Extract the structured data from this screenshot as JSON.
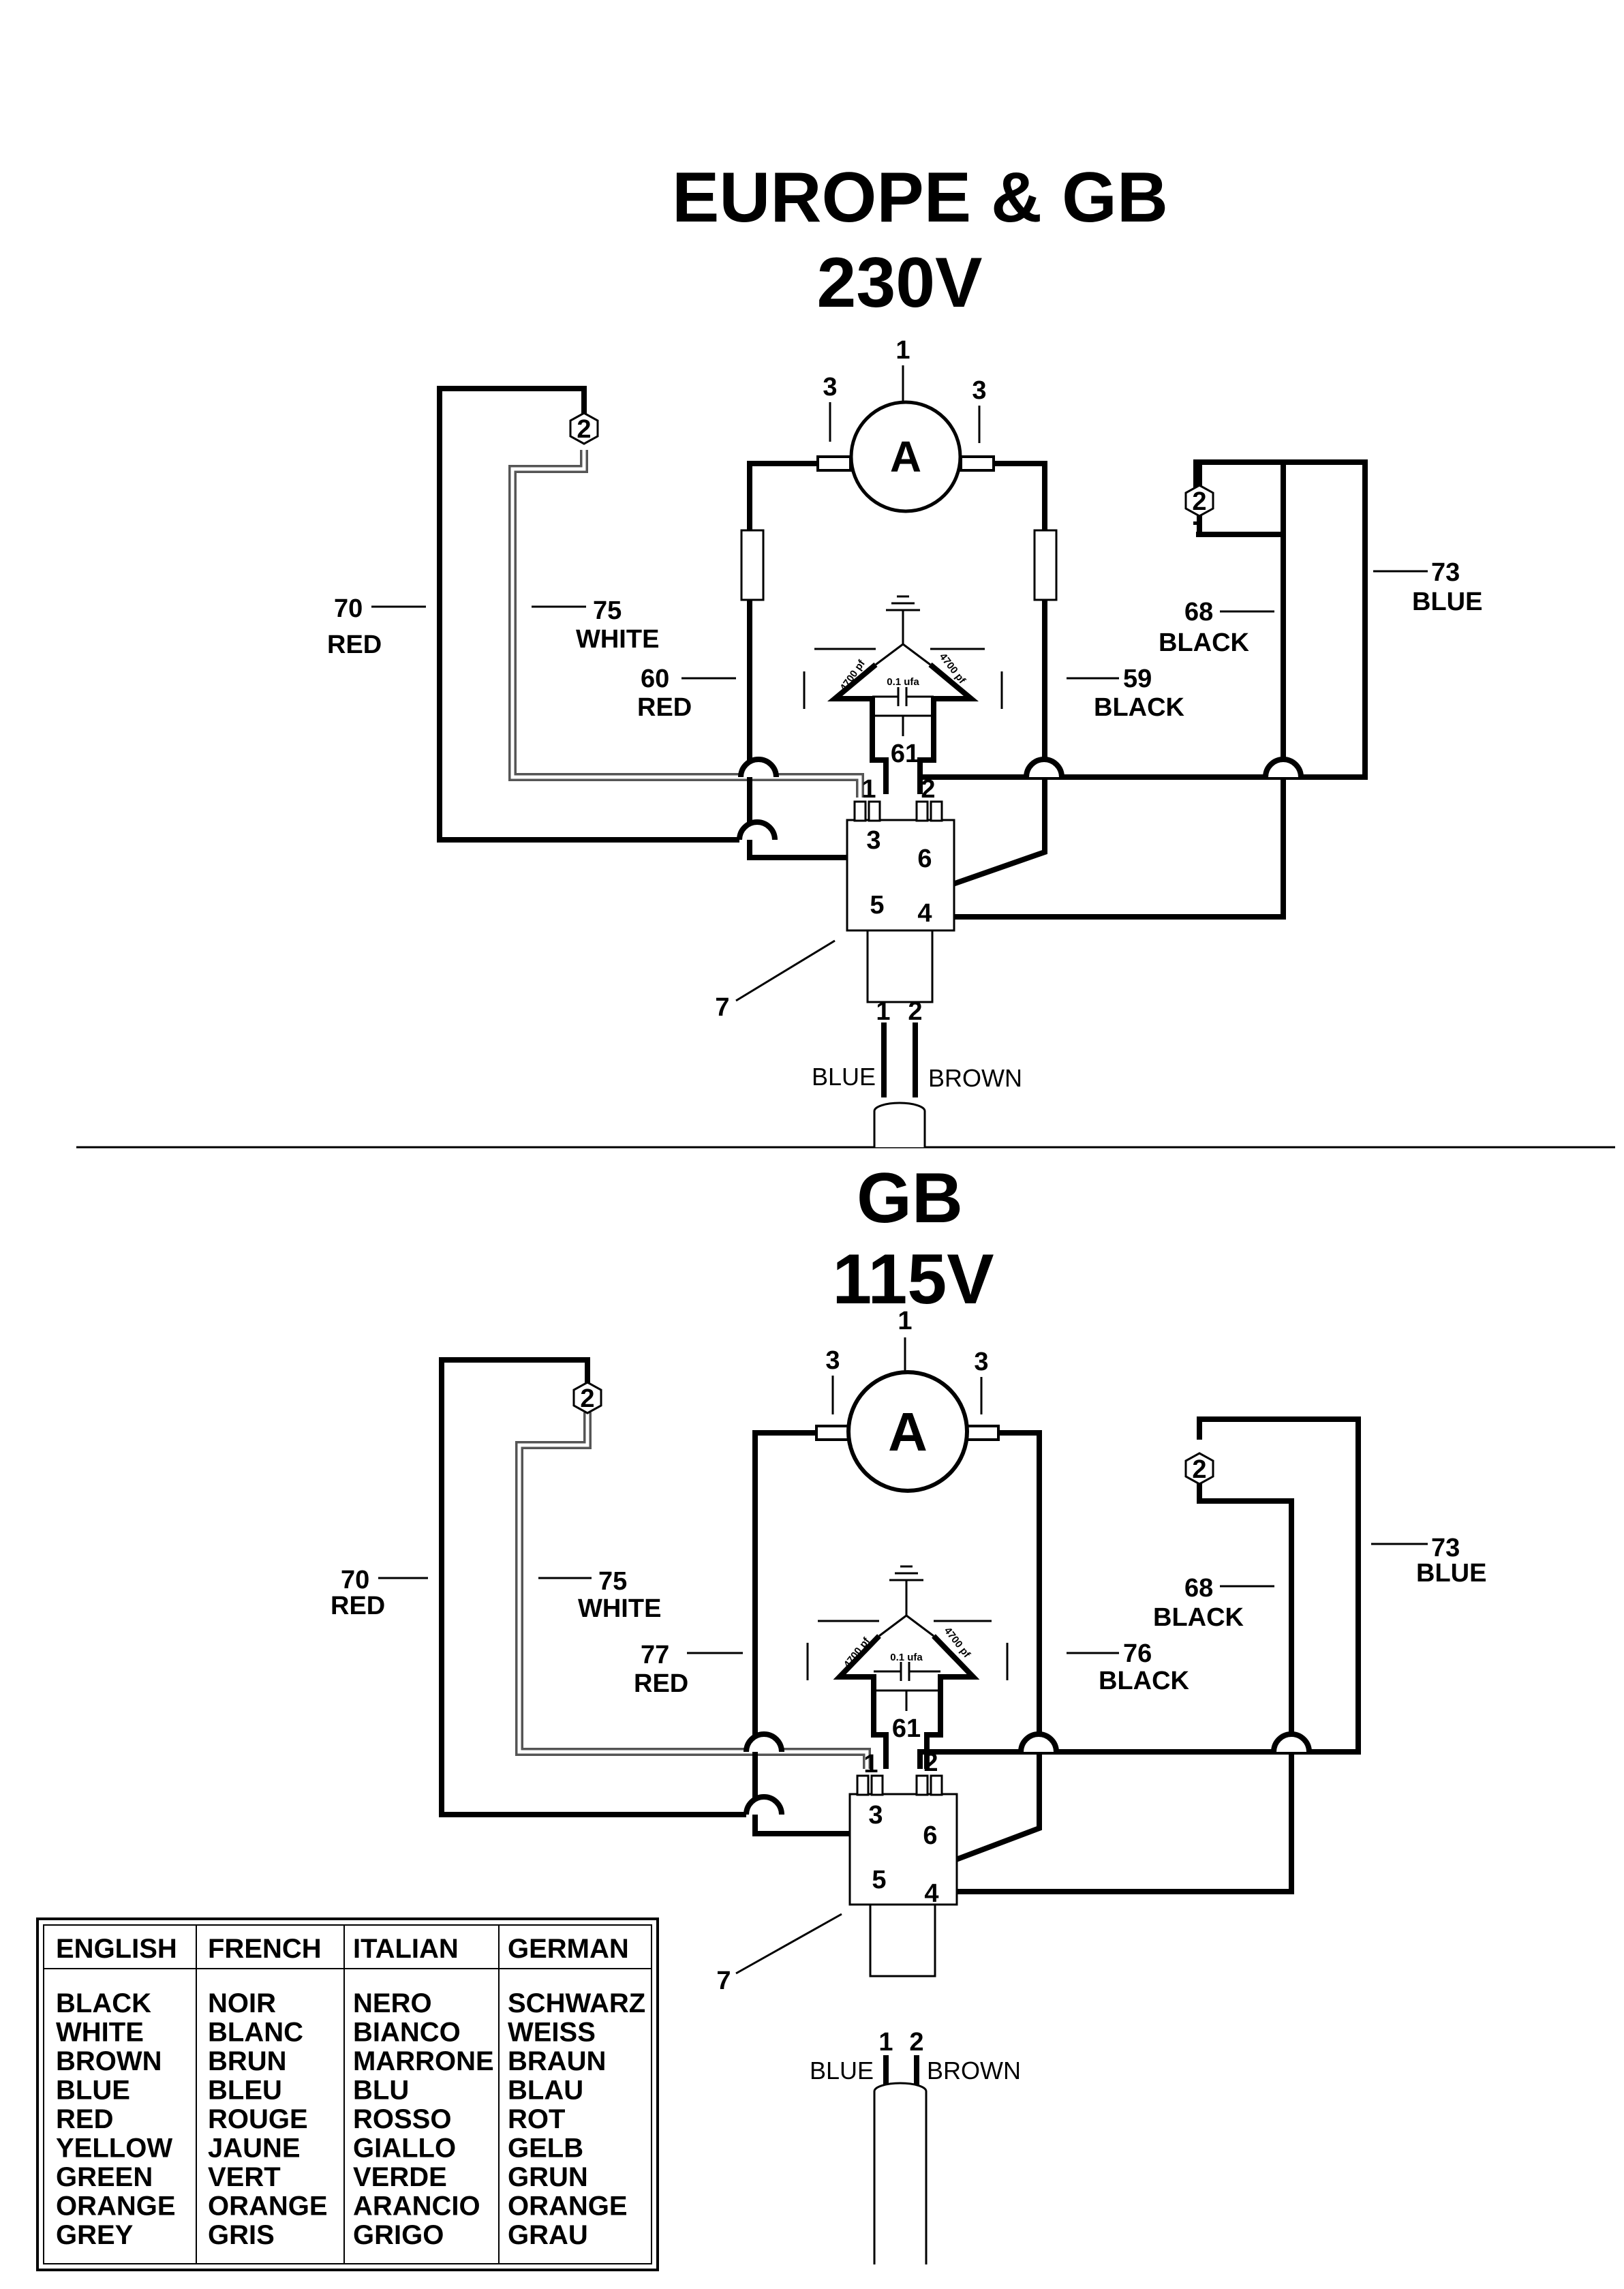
{
  "diagrams": [
    {
      "title": "EUROPE &  GB",
      "voltage": "230V",
      "motor_symbol": "A",
      "part_numbers": {
        "motor": "1",
        "brush_left": "3",
        "brush_right": "3",
        "hex_left": "2",
        "hex_right": "2",
        "wire_red_outer": "70",
        "wire_white": "75",
        "wire_red_inner": "60",
        "wire_black_inner": "59",
        "wire_black_outer": "68",
        "wire_blue": "73",
        "suppressor": "61",
        "switch": "7",
        "switch_t1": "1",
        "switch_t2": "2",
        "switch_t3": "3",
        "switch_t4": "4",
        "switch_t5": "5",
        "switch_t6": "6",
        "cable_1": "1",
        "cable_2": "2"
      },
      "colors": {
        "red_outer": "RED",
        "white": "WHITE",
        "red_inner": "RED",
        "black_inner": "BLACK",
        "black_outer": "BLACK",
        "blue": "BLUE",
        "cable_blue": "BLUE",
        "cable_brown": "BROWN"
      },
      "capacitors": {
        "left": "4700 pf",
        "right": "4700 pf",
        "center": "0.1 ufa"
      }
    },
    {
      "title": "GB",
      "voltage": "115V",
      "motor_symbol": "A",
      "part_numbers": {
        "motor": "1",
        "brush_left": "3",
        "brush_right": "3",
        "hex_left": "2",
        "hex_right": "2",
        "wire_red_outer": "70",
        "wire_white": "75",
        "wire_red_inner": "77",
        "wire_black_inner": "76",
        "wire_black_outer": "68",
        "wire_blue": "73",
        "suppressor": "61",
        "switch": "7",
        "switch_t1": "1",
        "switch_t2": "2",
        "switch_t3": "3",
        "switch_t4": "4",
        "switch_t5": "5",
        "switch_t6": "6",
        "cable_1": "1",
        "cable_2": "2"
      },
      "colors": {
        "red_outer": "RED",
        "white": "WHITE",
        "red_inner": "RED",
        "black_inner": "BLACK",
        "black_outer": "BLACK",
        "blue": "BLUE",
        "cable_blue": "BLUE",
        "cable_brown": "BROWN"
      },
      "capacitors": {
        "left": "4700 pf",
        "right": "4700 pf",
        "center": "0.1 ufa"
      }
    }
  ],
  "legend_table": {
    "headers": [
      "ENGLISH",
      "FRENCH",
      "ITALIAN",
      "GERMAN"
    ],
    "rows": [
      [
        "BLACK",
        "NOIR",
        "NERO",
        "SCHWARZ"
      ],
      [
        "WHITE",
        "BLANC",
        "BIANCO",
        "WEISS"
      ],
      [
        "BROWN",
        "BRUN",
        "MARRONE",
        "BRAUN"
      ],
      [
        "BLUE",
        "BLEU",
        "BLU",
        "BLAU"
      ],
      [
        "RED",
        "ROUGE",
        "ROSSO",
        "ROT"
      ],
      [
        "YELLOW",
        "JAUNE",
        "GIALLO",
        "GELB"
      ],
      [
        "GREEN",
        "VERT",
        "VERDE",
        "GRUN"
      ],
      [
        "ORANGE",
        "ORANGE",
        "ARANCIO",
        "ORANGE"
      ],
      [
        "GREY",
        "GRIS",
        "GRIGO",
        "GRAU"
      ]
    ]
  }
}
